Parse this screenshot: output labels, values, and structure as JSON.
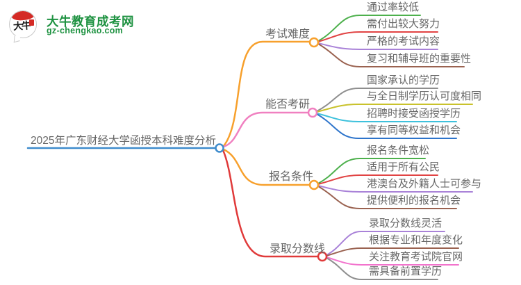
{
  "logo": {
    "site_name": "大牛教育成考网",
    "site_domain": "gz-chengkao.com",
    "icon_text": "大牛",
    "brand_green": "#1e9241",
    "icon_red": "#d42a25"
  },
  "mindmap": {
    "title": "2025年广东财经大学函授本科难度分析",
    "title_color": "#3e8ccd",
    "text_color": "#666666",
    "branches": [
      {
        "label": "考试难度",
        "color": "#f7a02c",
        "children": [
          {
            "label": "通过率较低",
            "color": "#4db04c"
          },
          {
            "label": "需付出较大努力",
            "color": "#e14444"
          },
          {
            "label": "严格的考试内容",
            "color": "#a982d8"
          },
          {
            "label": "复习和辅导班的重要性",
            "color": "#9a6250"
          }
        ]
      },
      {
        "label": "能否考研",
        "color": "#f080c0",
        "children": [
          {
            "label": "国家承认的学历",
            "color": "#8e8e8e"
          },
          {
            "label": "与全日制学历认可度相同",
            "color": "#c9c22c"
          },
          {
            "label": "招聘时接受函授学历",
            "color": "#3ec1dc"
          },
          {
            "label": "享有同等权益和机会",
            "color": "#2d74cb"
          }
        ]
      },
      {
        "label": "报名条件",
        "color": "#f7a02c",
        "children": [
          {
            "label": "报名条件宽松",
            "color": "#4db04c"
          },
          {
            "label": "适用于所有公民",
            "color": "#e14444"
          },
          {
            "label": "港澳台及外籍人士可参与",
            "color": "#a982d8"
          },
          {
            "label": "提供便利的报名机会",
            "color": "#9a6250"
          }
        ]
      },
      {
        "label": "录取分数线",
        "color": "#e03a3a",
        "children": [
          {
            "label": "录取分数线灵活",
            "color": "#a982d8"
          },
          {
            "label": "根据专业和年度变化",
            "color": "#9a6250"
          },
          {
            "label": "关注教育考试院官网",
            "color": "#f273cd"
          },
          {
            "label": "需具备前置学历",
            "color": "#8e8e8e"
          }
        ]
      }
    ]
  }
}
